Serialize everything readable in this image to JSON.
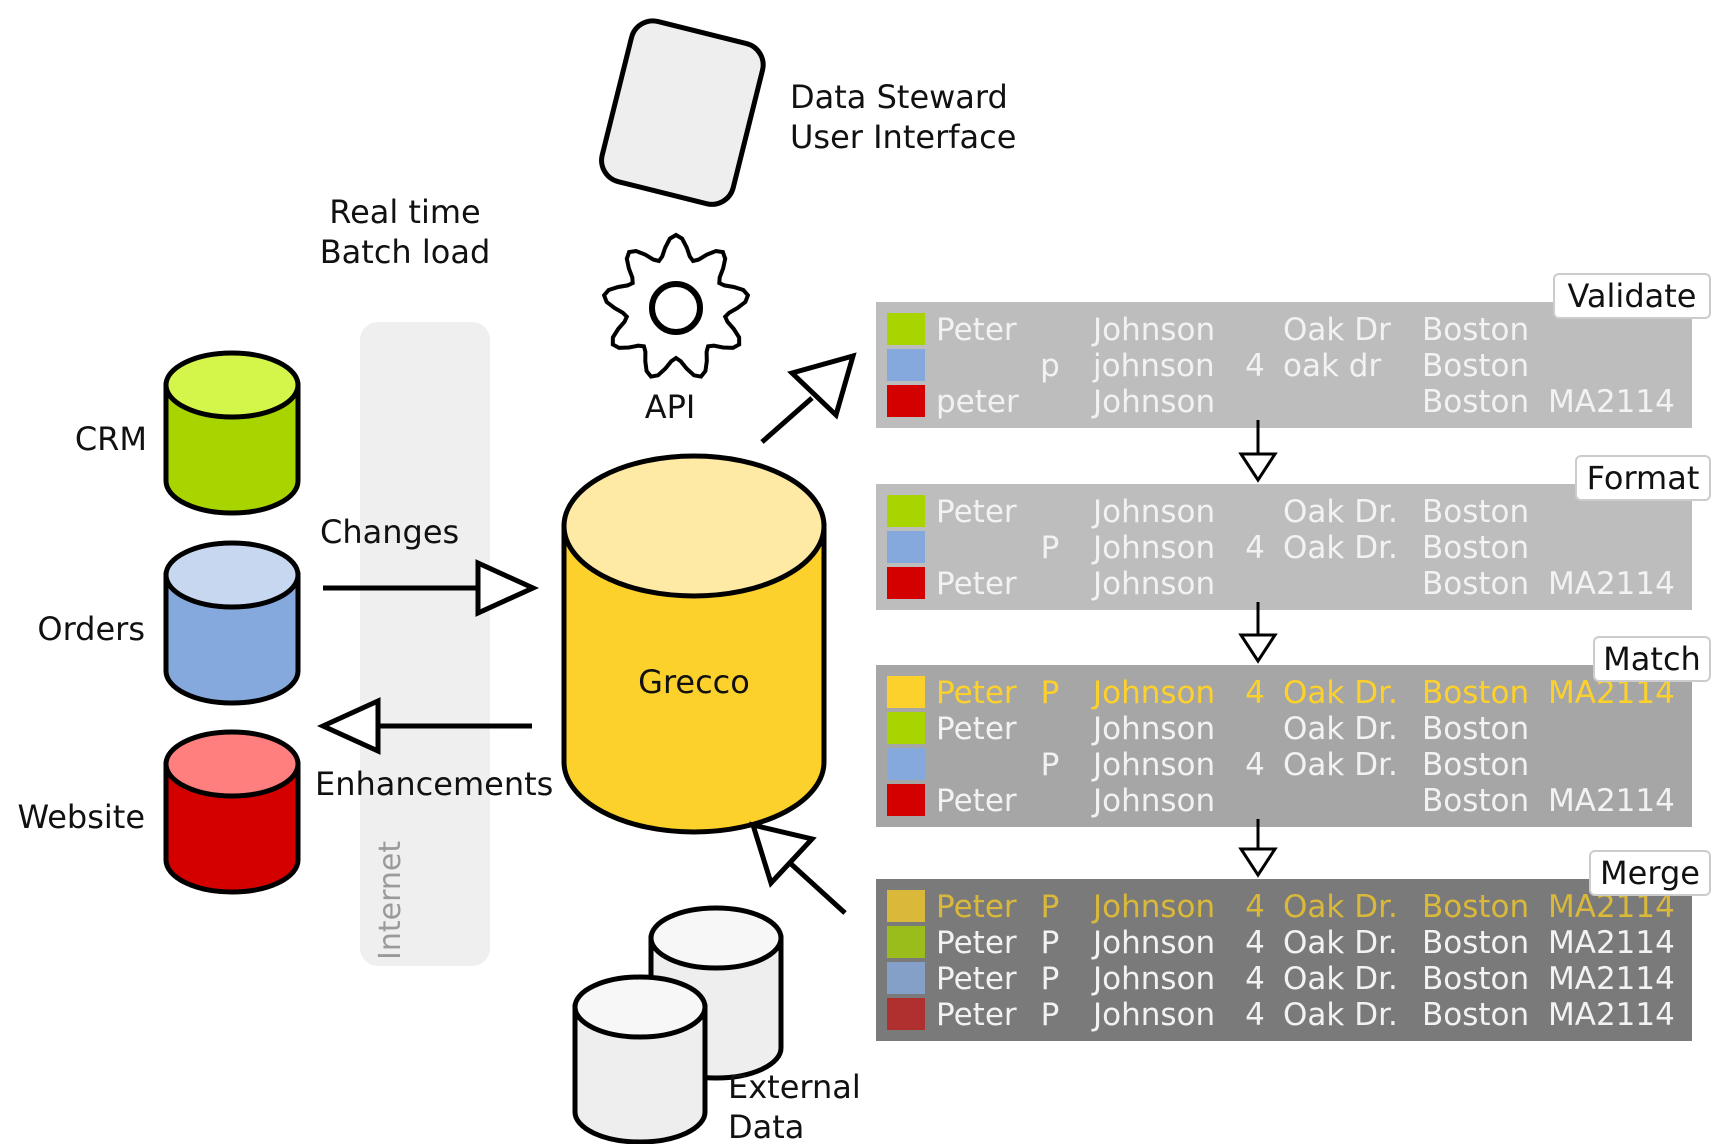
{
  "labels": {
    "data_steward": [
      "Data Steward",
      "User Interface"
    ],
    "load_modes": [
      "Real time",
      "Batch load"
    ],
    "api": "API",
    "internet": "Internet",
    "changes": "Changes",
    "enhancements": "Enhancements",
    "external": [
      "External",
      "Data"
    ]
  },
  "sources": [
    {
      "name": "CRM",
      "color": "#a8d400",
      "top_color": "#d4f54a"
    },
    {
      "name": "Orders",
      "color": "#85a9dd",
      "top_color": "#c6d7ef"
    },
    {
      "name": "Website",
      "color": "#d40000",
      "top_color": "#ff7f7f"
    }
  ],
  "hub": {
    "name": "Grecco",
    "color": "#fdd12b",
    "top_color": "#feeaa4"
  },
  "stages": [
    {
      "name": "Validate",
      "bg": "#bdbdbd",
      "rows": [
        {
          "swatch": "#a8d400",
          "text_color": "#f2f2f2",
          "cells": [
            "Peter",
            "",
            "Johnson",
            "",
            "Oak Dr",
            "Boston",
            ""
          ]
        },
        {
          "swatch": "#85a9dd",
          "text_color": "#f2f2f2",
          "cells": [
            "",
            "p",
            "johnson",
            "4",
            "oak dr",
            "Boston",
            ""
          ]
        },
        {
          "swatch": "#d40000",
          "text_color": "#f2f2f2",
          "cells": [
            "peter",
            "",
            "Johnson",
            "",
            "",
            "Boston",
            "MA2114"
          ]
        }
      ]
    },
    {
      "name": "Format",
      "bg": "#bdbdbd",
      "rows": [
        {
          "swatch": "#a8d400",
          "text_color": "#f2f2f2",
          "cells": [
            "Peter",
            "",
            "Johnson",
            "",
            "Oak Dr.",
            "Boston",
            ""
          ]
        },
        {
          "swatch": "#85a9dd",
          "text_color": "#f2f2f2",
          "cells": [
            "",
            "P",
            "Johnson",
            "4",
            "Oak Dr.",
            "Boston",
            ""
          ]
        },
        {
          "swatch": "#d40000",
          "text_color": "#f2f2f2",
          "cells": [
            "Peter",
            "",
            "Johnson",
            "",
            "",
            "Boston",
            "MA2114"
          ]
        }
      ]
    },
    {
      "name": "Match",
      "bg": "#a6a6a6",
      "rows": [
        {
          "swatch": "#fdd12b",
          "text_color": "#fdd12b",
          "cells": [
            "Peter",
            "P",
            "Johnson",
            "4",
            "Oak Dr.",
            "Boston",
            "MA2114"
          ]
        },
        {
          "swatch": "#a8d400",
          "text_color": "#f2f2f2",
          "cells": [
            "Peter",
            "",
            "Johnson",
            "",
            "Oak Dr.",
            "Boston",
            ""
          ]
        },
        {
          "swatch": "#85a9dd",
          "text_color": "#f2f2f2",
          "cells": [
            "",
            "P",
            "Johnson",
            "4",
            "Oak Dr.",
            "Boston",
            ""
          ]
        },
        {
          "swatch": "#d40000",
          "text_color": "#f2f2f2",
          "cells": [
            "Peter",
            "",
            "Johnson",
            "",
            "",
            "Boston",
            "MA2114"
          ]
        }
      ]
    },
    {
      "name": "Merge",
      "bg": "#7a7a7a",
      "rows": [
        {
          "swatch": "#d9b83a",
          "text_color": "#d9b83a",
          "cells": [
            "Peter",
            "P",
            "Johnson",
            "4",
            "Oak Dr.",
            "Boston",
            "MA2114"
          ]
        },
        {
          "swatch": "#9bbd1c",
          "text_color": "#f2f2f2",
          "cells": [
            "Peter",
            "P",
            "Johnson",
            "4",
            "Oak Dr.",
            "Boston",
            "MA2114"
          ]
        },
        {
          "swatch": "#85a0c8",
          "text_color": "#f2f2f2",
          "cells": [
            "Peter",
            "P",
            "Johnson",
            "4",
            "Oak Dr.",
            "Boston",
            "MA2114"
          ]
        },
        {
          "swatch": "#b03030",
          "text_color": "#f2f2f2",
          "cells": [
            "Peter",
            "P",
            "Johnson",
            "4",
            "Oak Dr.",
            "Boston",
            "MA2114"
          ]
        }
      ]
    }
  ]
}
